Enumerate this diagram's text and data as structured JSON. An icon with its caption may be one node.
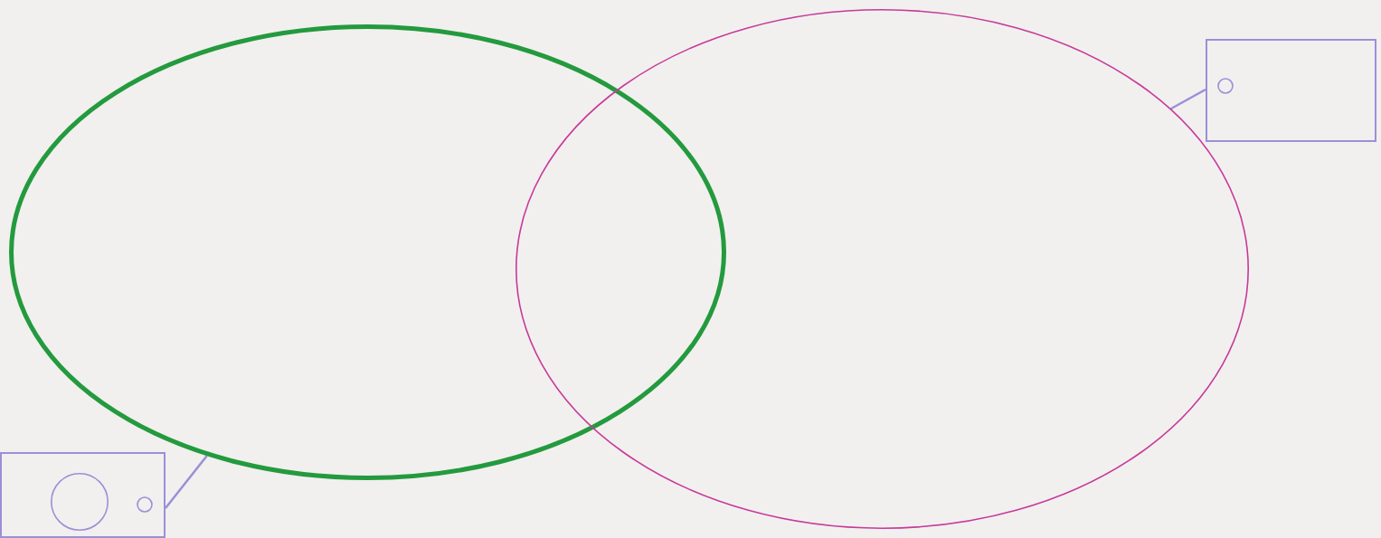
{
  "diagram": {
    "nodes": [
      {
        "text": [],
        "shape": "circle"
      },
      {
        "text": [],
        "shape": "circle"
      },
      {
        "text": [],
        "shape": "box"
      },
      {
        "text": [],
        "shape": "box"
      },
      {
        "text": [],
        "shape": "circle",
        "in": 3
      }
    ],
    "edges": [
      {
        "from": 2,
        "to": 1,
        "arrow": "none"
      },
      {
        "from": 3,
        "to": 0,
        "arrow": "none"
      }
    ]
  }
}
